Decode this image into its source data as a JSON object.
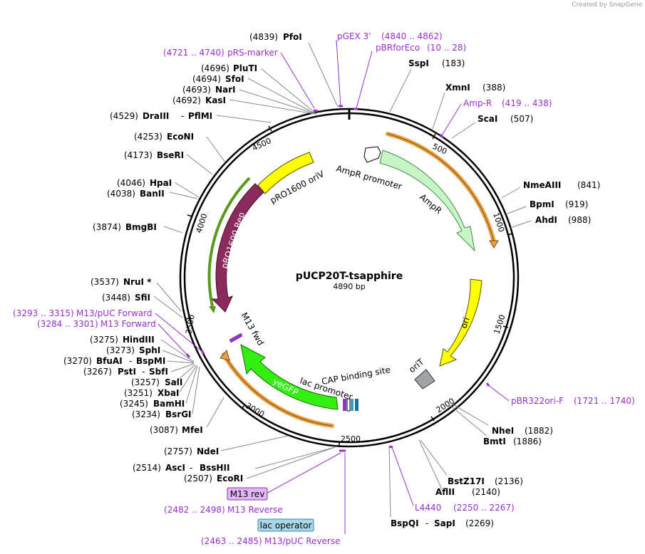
{
  "credit": "Created by SnapGene",
  "plasmid": {
    "name": "pUCP20T-tsapphire",
    "length": "4890 bp"
  },
  "ticks": [
    "500",
    "1000",
    "1500",
    "2000",
    "2500",
    "3000",
    "3500",
    "4000",
    "4500"
  ],
  "features": {
    "ampr_promoter": "AmpR promoter",
    "ampr": "AmpR",
    "ori": "ori",
    "orit": "oriT",
    "cap": "CAP binding site",
    "lac_promoter": "lac promoter",
    "yegfp": "yeGFP",
    "m13fwd": "M13 fwd",
    "pro1600_rep": "pRO1600 Rep",
    "pro1600_oriv": "pRO1600 oriV"
  },
  "right_labels": [
    {
      "name": "PfoI",
      "pos": "(4839)"
    },
    {
      "name": "SspI",
      "pos": "(183)"
    },
    {
      "name": "XmnI",
      "pos": "(388)"
    },
    {
      "name": "ScaI",
      "pos": "(507)"
    },
    {
      "name": "NmeAIII",
      "pos": "(841)"
    },
    {
      "name": "BpmI",
      "pos": "(919)"
    },
    {
      "name": "AhdI",
      "pos": "(988)"
    },
    {
      "name": "NheI",
      "pos": "(1882)"
    },
    {
      "name": "BmtI",
      "pos": "(1886)"
    },
    {
      "name": "BstZ17I",
      "pos": "(2136)"
    },
    {
      "name": "AflII",
      "pos": "(2140)"
    },
    {
      "name": "BspQI",
      "name2": "SapI",
      "pos": "(2269)"
    }
  ],
  "left_labels": [
    {
      "pos": "(4696)",
      "name": "PluTI"
    },
    {
      "pos": "(4694)",
      "name": "SfoI"
    },
    {
      "pos": "(4693)",
      "name": "NarI"
    },
    {
      "pos": "(4692)",
      "name": "KasI"
    },
    {
      "pos": "(4529)",
      "name": "DraIII",
      "name2": "PflMI"
    },
    {
      "pos": "(4253)",
      "name": "EcoNI"
    },
    {
      "pos": "(4173)",
      "name": "BseRI"
    },
    {
      "pos": "(4046)",
      "name": "HpaI"
    },
    {
      "pos": "(4038)",
      "name": "BanII"
    },
    {
      "pos": "(3874)",
      "name": "BmgBI"
    },
    {
      "pos": "(3537)",
      "name": "NruI *"
    },
    {
      "pos": "(3448)",
      "name": "SfiI"
    },
    {
      "pos": "(3275)",
      "name": "HindIII"
    },
    {
      "pos": "(3273)",
      "name": "SphI"
    },
    {
      "pos": "(3270)",
      "name": "BfuAI",
      "name2": "BspMI"
    },
    {
      "pos": "(3267)",
      "name": "PstI",
      "name2": "SbfI"
    },
    {
      "pos": "(3257)",
      "name": "SalI"
    },
    {
      "pos": "(3251)",
      "name": "XbaI"
    },
    {
      "pos": "(3245)",
      "name": "BamHI"
    },
    {
      "pos": "(3234)",
      "name": "BsrGI"
    },
    {
      "pos": "(3087)",
      "name": "MfeI"
    },
    {
      "pos": "(2757)",
      "name": "NdeI"
    },
    {
      "pos": "(2514)",
      "name": "AscI",
      "name2": "BssHII"
    },
    {
      "pos": "(2507)",
      "name": "EcoRI"
    }
  ],
  "primers": [
    {
      "name": "pGEX 3'",
      "range": "(4840 .. 4862)"
    },
    {
      "name": "pBRforEco",
      "range": "(10 .. 28)"
    },
    {
      "name": "pRS-marker",
      "range": "(4721 .. 4740)"
    },
    {
      "name": "Amp-R",
      "range": "(419 .. 438)"
    },
    {
      "name": "M13/pUC Forward",
      "range": "(3293 .. 3315)"
    },
    {
      "name": "M13 Forward",
      "range": "(3284 .. 3301)"
    },
    {
      "name": "pBR322ori-F",
      "range": "(1721 .. 1740)"
    },
    {
      "name": "L4440",
      "range": "(2250 .. 2267)"
    },
    {
      "name": "M13 Reverse",
      "range": "(2482 .. 2498)"
    },
    {
      "name": "M13/pUC Reverse",
      "range": "(2463 .. 2485)"
    }
  ],
  "boxes": {
    "m13rev": "M13 rev",
    "lacop": "lac operator"
  },
  "colors": {
    "primer": "#9b30d0",
    "ampr": "#c8f5c8",
    "ori": "#ffff00",
    "gfp": "#33ee11",
    "rep": "#8b2a5c",
    "orange": "#e8a040"
  }
}
